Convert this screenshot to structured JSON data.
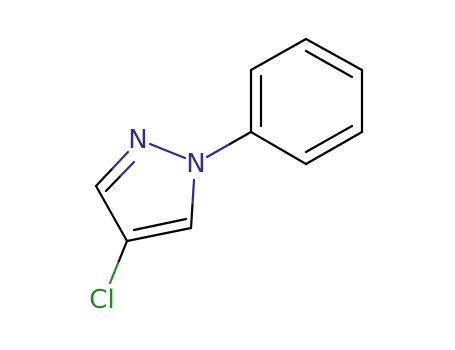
{
  "molecule": {
    "atoms": {
      "n2": "N",
      "n1": "N",
      "cl": "Cl"
    },
    "colors": {
      "nitrogen": "#2e2e8f",
      "chlorine": "#1e8c1e",
      "carbon": "#000000"
    }
  }
}
